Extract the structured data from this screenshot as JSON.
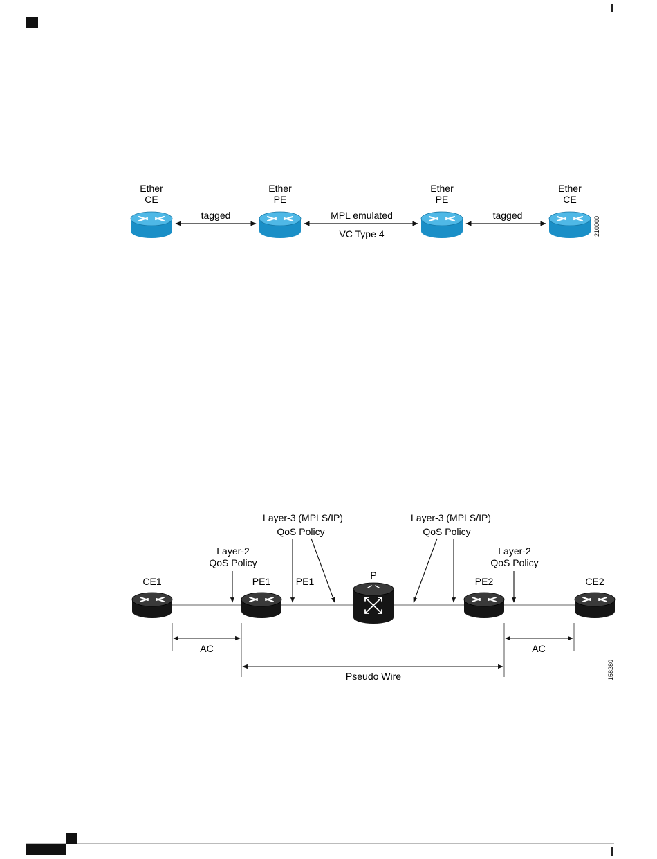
{
  "diagram1": {
    "devices": [
      {
        "line1": "Ether",
        "line2": "CE"
      },
      {
        "line1": "Ether",
        "line2": "PE"
      },
      {
        "line1": "Ether",
        "line2": "PE"
      },
      {
        "line1": "Ether",
        "line2": "CE"
      }
    ],
    "links": [
      "tagged",
      "MPL emulated",
      "tagged"
    ],
    "link_sublabel": "VC Type 4",
    "figure_id": "210000",
    "colors": {
      "router": "#1f9bd3",
      "router_dark": "#0b6b99",
      "router_top": "#5cc1ea"
    }
  },
  "diagram2": {
    "nodes": {
      "ce1": "CE1",
      "pe1": "PE1",
      "pe1_b": "PE1",
      "p": "P",
      "pe2": "PE2",
      "ce2": "CE2"
    },
    "policies": {
      "l3_left": [
        "Layer-3 (MPLS/IP)",
        "QoS Policy"
      ],
      "l3_right": [
        "Layer-3 (MPLS/IP)",
        "QoS Policy"
      ],
      "l2_left": [
        "Layer-2",
        "QoS Policy"
      ],
      "l2_right": [
        "Layer-2",
        "QoS Policy"
      ]
    },
    "spans": {
      "ac_left": "AC",
      "ac_right": "AC",
      "pseudo_wire": "Pseudo Wire"
    },
    "figure_id": "158280",
    "colors": {
      "router": "#1a1a1a",
      "router_top": "#444444"
    }
  }
}
